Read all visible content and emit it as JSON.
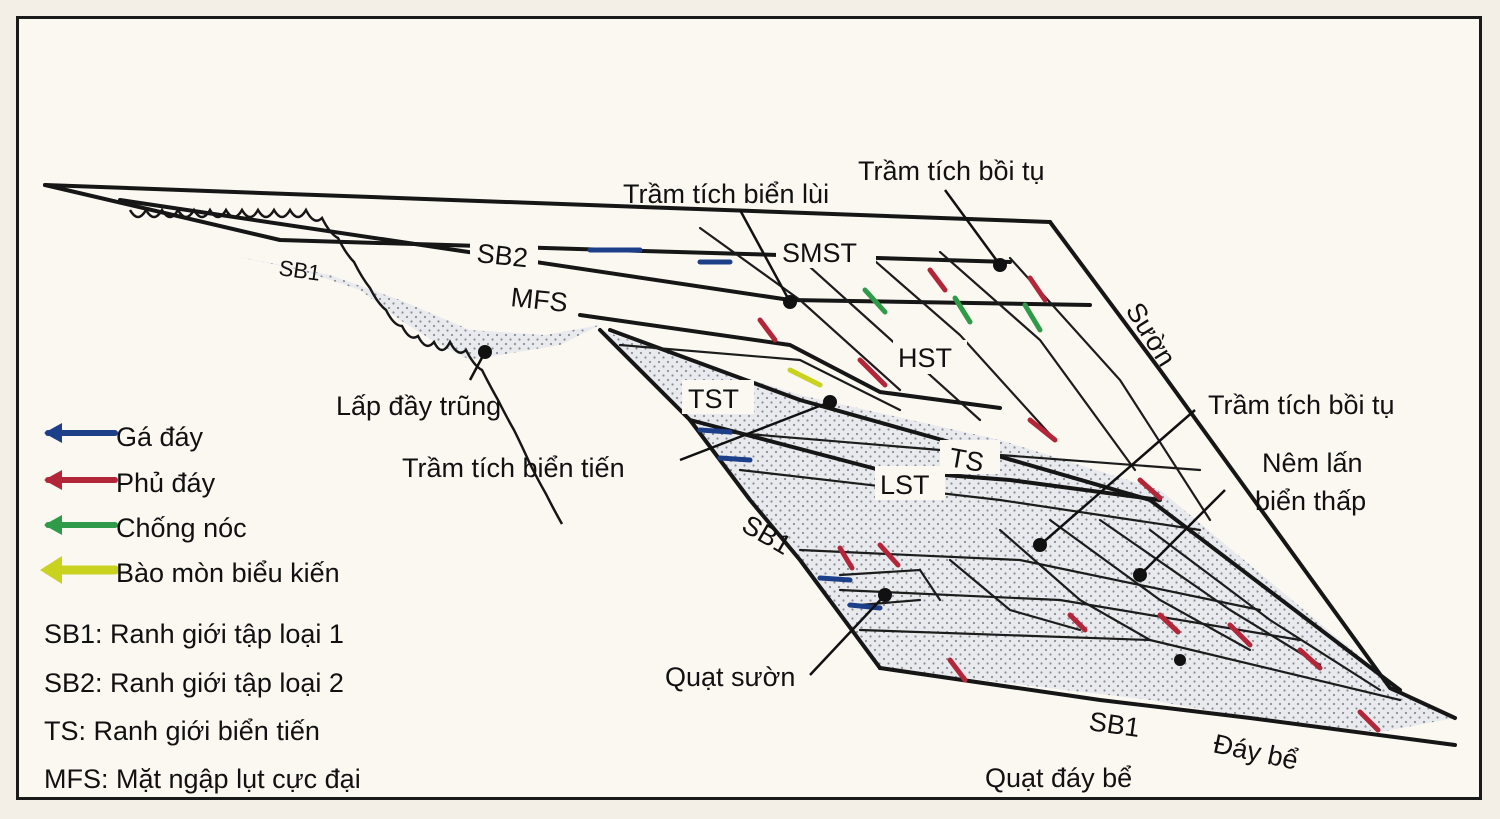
{
  "diagram": {
    "labels": {
      "tram_tich_boi_tu_top": "Trầm tích bồi tụ",
      "tram_tich_bien_lui": "Trầm tích biển lùi",
      "smst": "SMST",
      "sb2": "SB2",
      "sb1_top": "SB1",
      "mfs": "MFS",
      "suon": "Sườn",
      "hst": "HST",
      "lap_day_trung": "Lấp đầy trũng",
      "tst": "TST",
      "tram_tich_boi_tu_right": "Trầm tích bồi tụ",
      "tram_tich_bien_tien": "Trầm tích biển tiến",
      "ts": "TS",
      "lst": "LST",
      "nem_lan_line1": "Nêm lấn",
      "nem_lan_line2": "biển thấp",
      "sb1_slope": "SB1",
      "quat_suon": "Quạt sườn",
      "sb1_bottom": "SB1",
      "day_be": "Đáy bể",
      "quat_day_be": "Quạt đáy bể"
    }
  },
  "legend": {
    "items": [
      {
        "label": "Gá đáy",
        "color": "#1d3f8a",
        "icon": "blue-arrow-icon"
      },
      {
        "label": "Phủ đáy",
        "color": "#b3263a",
        "icon": "red-arrow-icon"
      },
      {
        "label": "Chống nóc",
        "color": "#2f9a48",
        "icon": "green-arrow-icon"
      },
      {
        "label": "Bào mòn biểu kiến",
        "color": "#c9d21e",
        "icon": "yellow-arrow-icon"
      }
    ],
    "definitions": [
      "SB1: Ranh giới tập loại 1",
      "SB2: Ranh giới tập loại 2",
      "TS: Ranh giới biển tiến",
      "MFS: Mặt ngập lụt cực đại"
    ]
  }
}
